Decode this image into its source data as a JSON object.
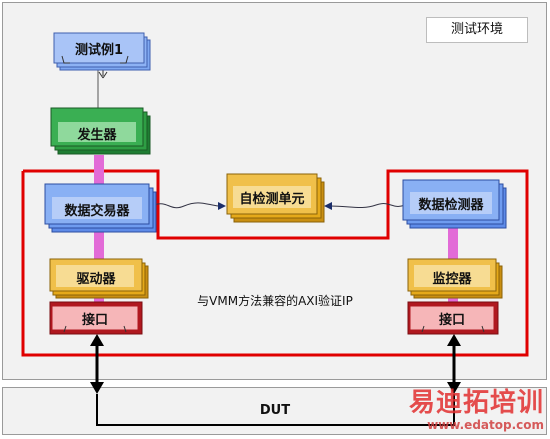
{
  "labels": {
    "env": "测试环境",
    "testcase": "测试例1",
    "generator": "发生器",
    "transactor": "数据交易器",
    "driver": "驱动器",
    "interface_left": "接口",
    "selfcheck": "自检测单元",
    "checker": "数据检测器",
    "monitor": "监控器",
    "interface_right": "接口",
    "caption": "与VMM方法兼容的AXI验证IP",
    "dut": "DUT"
  },
  "watermark": {
    "brand": "易迪拓培训",
    "url": "www.edatop.com"
  },
  "colors": {
    "blue": "#6f9cf0",
    "green": "#2e9e44",
    "gold": "#e5a91a",
    "red": "#d81b23",
    "pink": "#e26bd7",
    "frame": "#e00000"
  }
}
